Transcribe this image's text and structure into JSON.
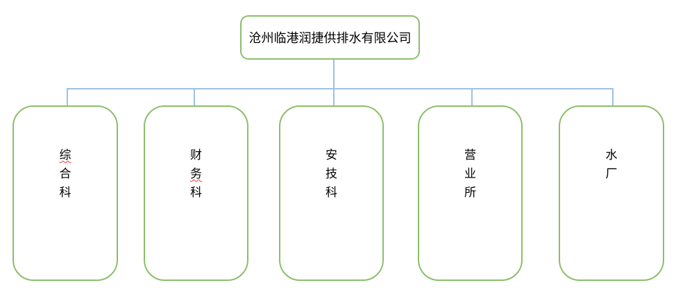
{
  "chart": {
    "type": "org-chart",
    "root": {
      "label": "沧州临港润捷供排水有限公司"
    },
    "departments": [
      {
        "name": "综合科",
        "misspell_index": 0
      },
      {
        "name": "财务科",
        "misspell_index": 1
      },
      {
        "name": "安技科",
        "misspell_index": -1
      },
      {
        "name": "营业所",
        "misspell_index": -1
      },
      {
        "name": "水厂",
        "misspell_index": -1
      }
    ]
  },
  "colors": {
    "node_border": "#8BBE6A",
    "connector": "#9CC0E4",
    "misspell_underline": "#FF3333",
    "text": "#000000"
  }
}
